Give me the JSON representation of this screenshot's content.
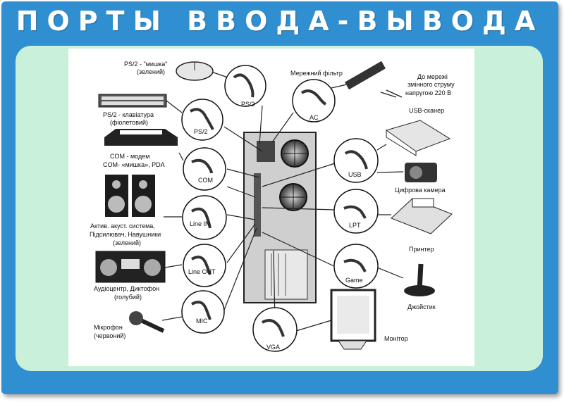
{
  "title": "ПОРТЫ ВВОДА-ВЫВОДА",
  "ports": {
    "ps2_top": "PS/2",
    "ps2_bottom": "PS/2",
    "com": "COM",
    "line_in": "Line IN",
    "line_out": "Line OUT",
    "mic": "MIC",
    "ac": "AC",
    "usb": "USB",
    "lpt": "LPT",
    "game": "Game",
    "vga": "VGA"
  },
  "devices": {
    "mouse": [
      "PS/2 - \"мишка\"",
      "(зелений)"
    ],
    "keyboard": [
      "PS/2 - клавіатура",
      "(фіолетовий)"
    ],
    "com": [
      "COM - модем",
      "COM- «мишка», PDA"
    ],
    "speakers": [
      "Актив. акуст. система,",
      "Підсилювач, Навушники",
      "(зелений)"
    ],
    "audio": [
      "Аудіоцентр, Диктофон",
      "(голубий)"
    ],
    "mic": [
      "Мікрофон",
      "(червоний)"
    ],
    "filter": [
      "Мережний фільтр"
    ],
    "mains": [
      "До мережі",
      "змінного струму",
      "напругою  220 В"
    ],
    "scanner": [
      "USB-сканер"
    ],
    "camera": [
      "Цифрова камера"
    ],
    "printer": [
      "Принтер"
    ],
    "joystick": [
      "Джойстик"
    ],
    "monitor": [
      "Монітор"
    ]
  },
  "colors": {
    "frame": "#2f8fd0",
    "panel": "#c9f0d8",
    "title": "#ffffff"
  }
}
